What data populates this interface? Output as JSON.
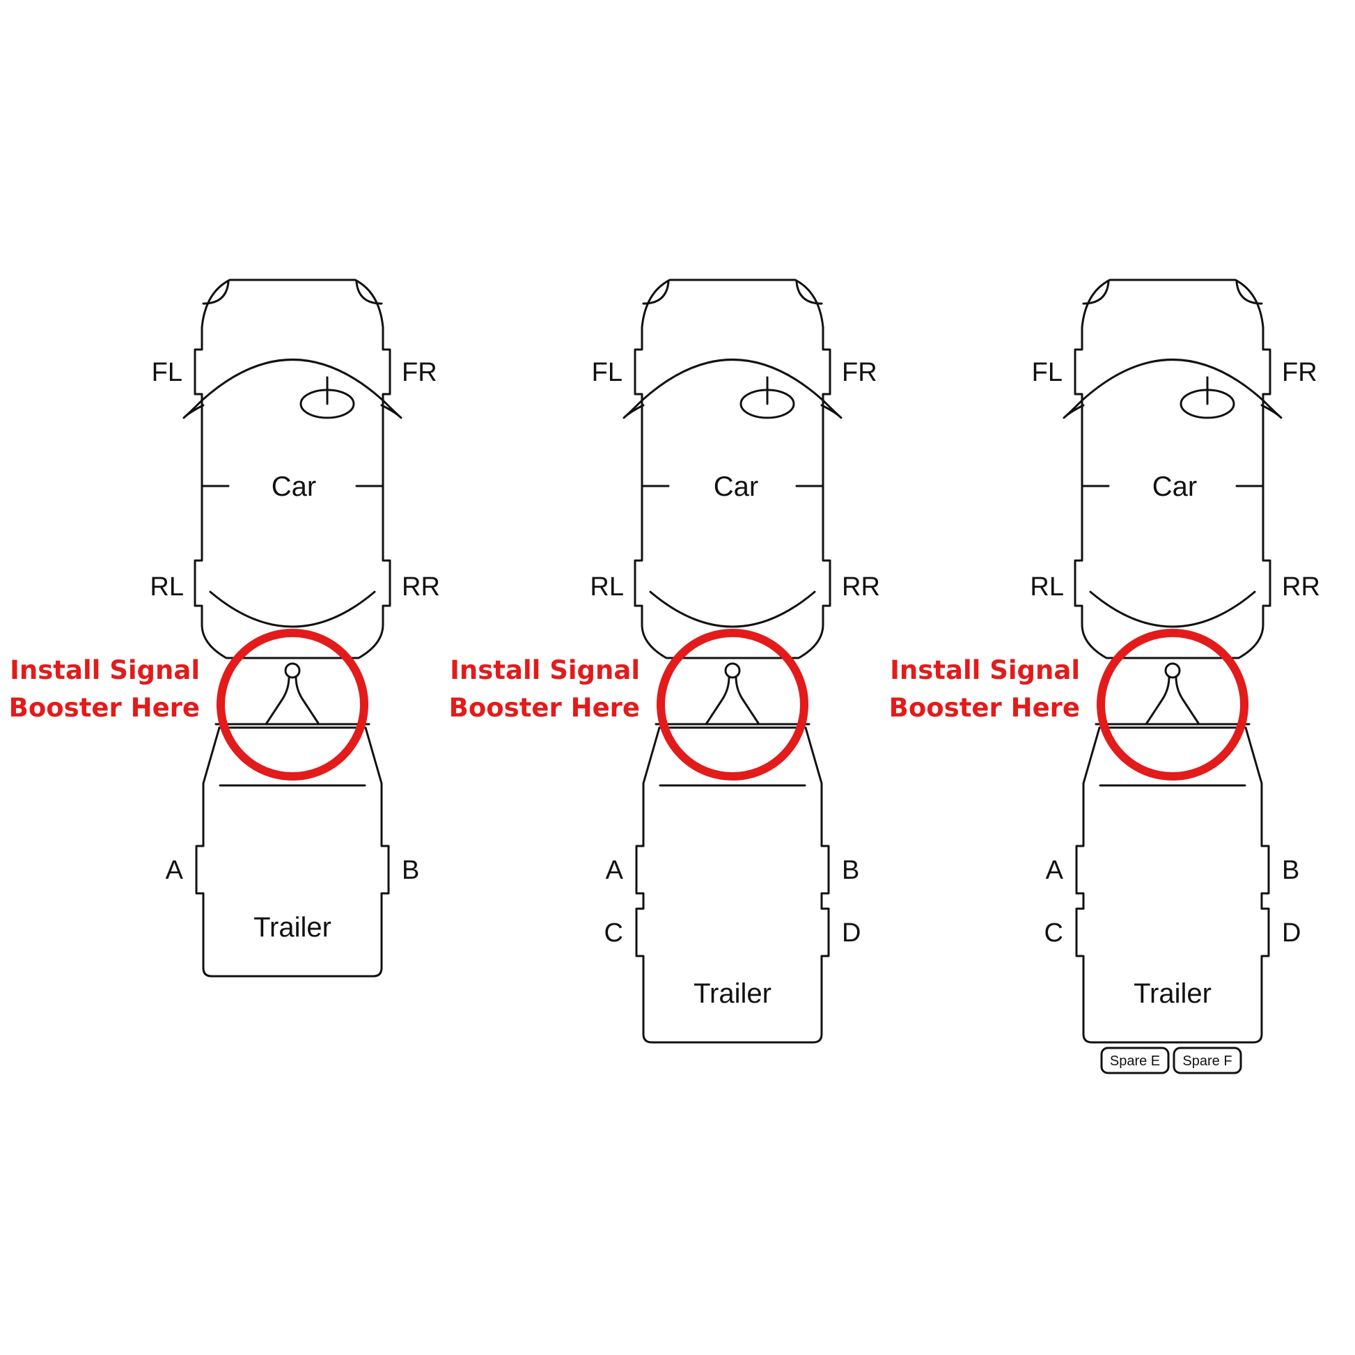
{
  "colors": {
    "accent": "#e31b1b",
    "line": "#111111",
    "background": "#ffffff"
  },
  "callout": {
    "line1": "Install Signal",
    "line2": "Booster Here"
  },
  "diagrams": [
    {
      "car": {
        "label": "Car",
        "front_left": "FL",
        "front_right": "FR",
        "rear_left": "RL",
        "rear_right": "RR"
      },
      "trailer": {
        "label": "Trailer",
        "left": [
          "A"
        ],
        "right": [
          "B"
        ],
        "spares": []
      }
    },
    {
      "car": {
        "label": "Car",
        "front_left": "FL",
        "front_right": "FR",
        "rear_left": "RL",
        "rear_right": "RR"
      },
      "trailer": {
        "label": "Trailer",
        "left": [
          "A",
          "C"
        ],
        "right": [
          "B",
          "D"
        ],
        "spares": []
      }
    },
    {
      "car": {
        "label": "Car",
        "front_left": "FL",
        "front_right": "FR",
        "rear_left": "RL",
        "rear_right": "RR"
      },
      "trailer": {
        "label": "Trailer",
        "left": [
          "A",
          "C"
        ],
        "right": [
          "B",
          "D"
        ],
        "spares": [
          "Spare E",
          "Spare F"
        ]
      }
    }
  ]
}
